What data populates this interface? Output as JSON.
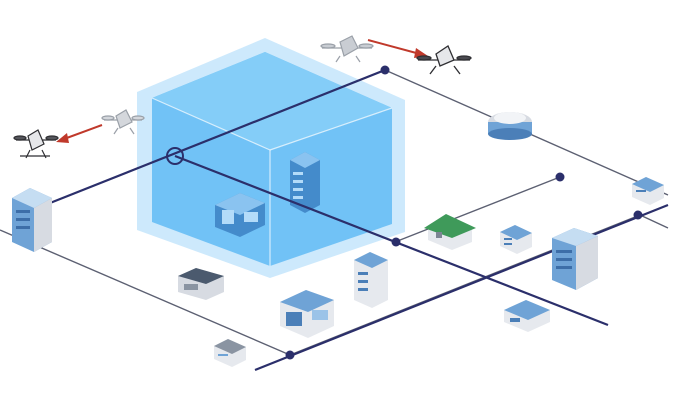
{
  "diagram": {
    "kind": "isometric network illustration",
    "colors": {
      "background": "#ffffff",
      "main_line": "#2b2f6b",
      "thin_line": "#5c6072",
      "node": "#2b2f6b",
      "cube_outer": "#bfe3fb",
      "cube_inner": "#5bb8f5",
      "arrow": "#c0392b",
      "building_blue": "#6fa3d6",
      "building_gray": "#d7dbe2",
      "building_green": "#3f9a5a"
    },
    "elements": {
      "drones": [
        "drone-icon-top-left",
        "drone-icon-top-right",
        "drone-icon-left",
        "drone-icon-left-far"
      ],
      "arrows": [
        "arrow-right-icon",
        "arrow-left-icon"
      ],
      "buildings": [
        "skyscraper-icon",
        "office-icon",
        "warehouse-icon",
        "stadium-icon",
        "house-icon",
        "tower-icon",
        "mall-icon",
        "factory-icon"
      ]
    }
  }
}
